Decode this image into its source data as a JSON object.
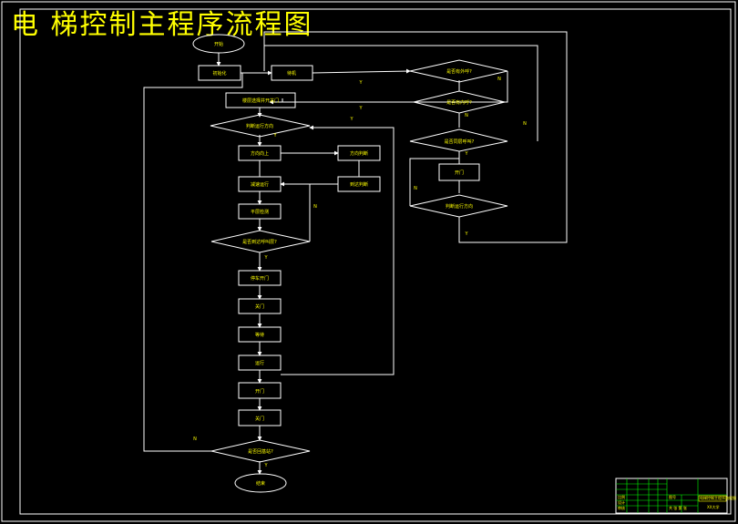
{
  "title": "电 梯控制主程序流程图",
  "colors": {
    "background": "#000000",
    "line": "#ffffff",
    "text": "#ffff00",
    "table": "#00ff00"
  },
  "nodes": {
    "start": "开始",
    "init": "初始化",
    "standby": "待机",
    "floor_sel": "楼层选择并开关门",
    "hall_call": "是否有外呼?",
    "car_call": "是否有内呼?",
    "same_floor_call": "是否同层呼叫?",
    "open_door": "开门",
    "judge_dir": "判断运行方向",
    "dir_up": "方向向上",
    "dir_judge2": "方向判断",
    "reach": "到达判断",
    "reach_floor": "是否到达呼叫层?",
    "decel": "减速运行",
    "level": "平层检测",
    "stop": "停车开门",
    "close": "关门",
    "wait": "等待",
    "run": "运行",
    "check": "是否回基站?",
    "end": "结束"
  },
  "edge_labels": {
    "y": "Y",
    "n": "N"
  },
  "title_block": {
    "r1": "电梯控制主程序流程图",
    "r2": "比例",
    "r3": "图号",
    "r4": "设计",
    "r5": "审核",
    "r6": "共 张 第 张",
    "r7": "XX大学"
  }
}
